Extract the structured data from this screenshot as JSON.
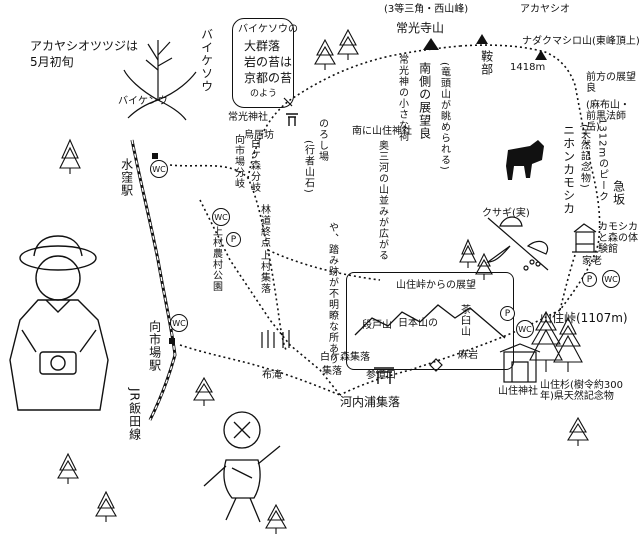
{
  "note": {
    "azalea_line1": "アカヤシオツツジは",
    "azalea_line2": "5月初旬",
    "baikeisou_label": "バイケソウ",
    "baikeisou_stem": "バイケンウ",
    "callout": [
      "バイケソウの",
      "大群落",
      "岩の苔は",
      "京都の苔",
      "のよう"
    ]
  },
  "summits": {
    "three_peaks": "(3等三角・西山峰)",
    "akayashio": "アカヤシオ",
    "joukouji": "常光寺山",
    "kurabu": "鞍部",
    "nadaku": "ナダクマシロ山(東峰頂上)",
    "alt_1418": "1418m",
    "shoko_shrine": "常光神社",
    "iwa_cliff": "烏居坊",
    "peak_1312": "1312mのピーク",
    "yamazumi_pass": "山住峠(1107m)",
    "chausu": "茶臼山",
    "hokkaido": "日本山の",
    "taro_yama": "段戸山"
  },
  "trail_notes": {
    "south_view": "南側の展望良",
    "ryuto_view": "(竜頭山が眺められる)",
    "small_shrine": "常光神の小さな祠",
    "yamazumi_shrine": "南に山住神社",
    "mikawa": "奥三河の山並みが広がる",
    "noroshi": "のろし場",
    "gyoja": "(行者山石)",
    "camellia": "ニホンカモシカ",
    "natural_monument": "(天然記念物)",
    "steep": "急坂",
    "kusagi": "クサギ(実)",
    "fence": "や、踏み跡が不明瞭な所あり",
    "kamiyama_branch": "白ケ森分岐",
    "route_to": "向市場分岐",
    "forest_end": "林道終点",
    "kamimura_settle": "上村集落",
    "kamimura_farm": "上村農村公園",
    "view_box_title": "山住峠からの展望",
    "deer_house": "カモシカと森の体験館",
    "family_home": "家老",
    "yamazumi_gate": "山住神社",
    "sugi": "山住杉(樹令約300年)県天然記念物",
    "iwaya": "麻岩",
    "torii_gate": "鳥居"
  },
  "stations": {
    "mizukubo": "水窪駅",
    "mukaiichiba": "向市場駅",
    "jr_line": "JR飯田線",
    "nunose": "布滝",
    "kawachiura": "河内浦集落",
    "shirogamori": "白ケ森集落",
    "sando_entrance": "参道口",
    "settlement_sign": "集落"
  },
  "icons": {
    "wc": "WC",
    "parking": "P",
    "east_peaks": "前方の展望良",
    "east_note": "(麻布山・前黒法師岳)"
  }
}
